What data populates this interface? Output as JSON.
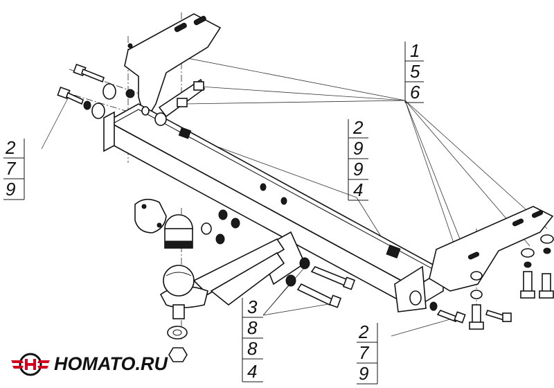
{
  "callouts": [
    {
      "id": "top-right",
      "numbers": [
        "1",
        "5",
        "6"
      ]
    },
    {
      "id": "left",
      "numbers": [
        "2",
        "7",
        "9"
      ]
    },
    {
      "id": "center",
      "numbers": [
        "2",
        "9",
        "9",
        "4"
      ]
    },
    {
      "id": "bottom-center",
      "numbers": [
        "3",
        "8",
        "8",
        "4"
      ]
    },
    {
      "id": "bottom-right",
      "numbers": [
        "2",
        "7",
        "9"
      ]
    }
  ],
  "logo": {
    "text": "HOMATO.RU",
    "icon": "hitch-emblem-icon",
    "colors": {
      "primary": "#d2001e",
      "dark": "#111111"
    }
  }
}
